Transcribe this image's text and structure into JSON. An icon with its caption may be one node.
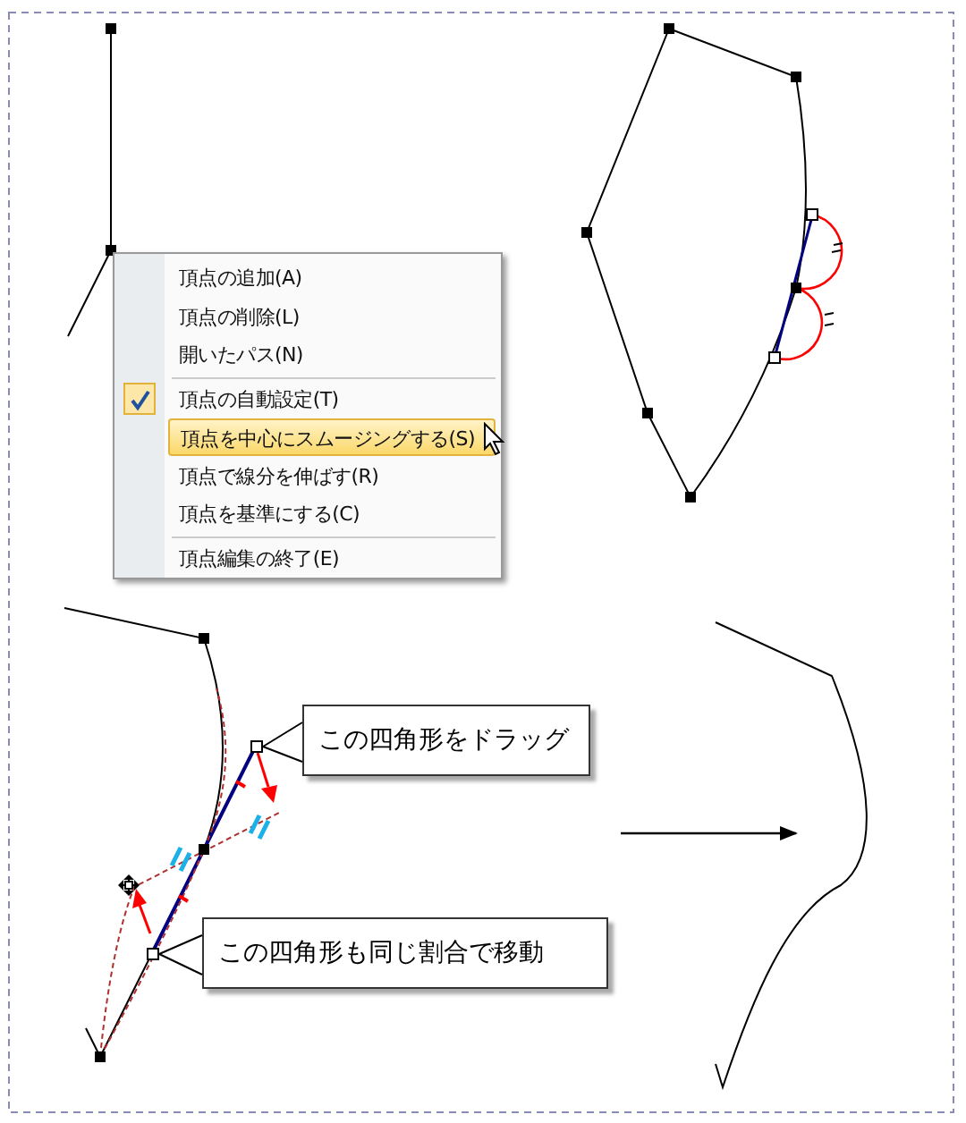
{
  "diagram": {
    "nodes": [
      {
        "text": [
          "頂点の追加(A)",
          "頂点の削除(L)",
          "開いたパス(N)",
          "頂点の自動設定(T)",
          "頂点を中心にスムージングする(S)",
          "頂点で線分を伸ばす(R)",
          "頂点を基準にする(C)",
          "頂点編集の終了(E)"
        ]
      },
      {
        "text": [
          "この四角形をドラッグ"
        ]
      },
      {
        "text": [],
        "shape": "box"
      },
      {
        "text": [
          "この四角形も同じ割合で移動"
        ]
      },
      {
        "text": [],
        "shape": "box"
      },
      {
        "text": [],
        "shape": "curve"
      }
    ],
    "edges": [
      {
        "from": 1,
        "to": 2,
        "arrow": "none"
      },
      {
        "from": 3,
        "to": 4,
        "arrow": "none"
      },
      {
        "from": null,
        "to": 5,
        "arrow": "to"
      }
    ]
  }
}
